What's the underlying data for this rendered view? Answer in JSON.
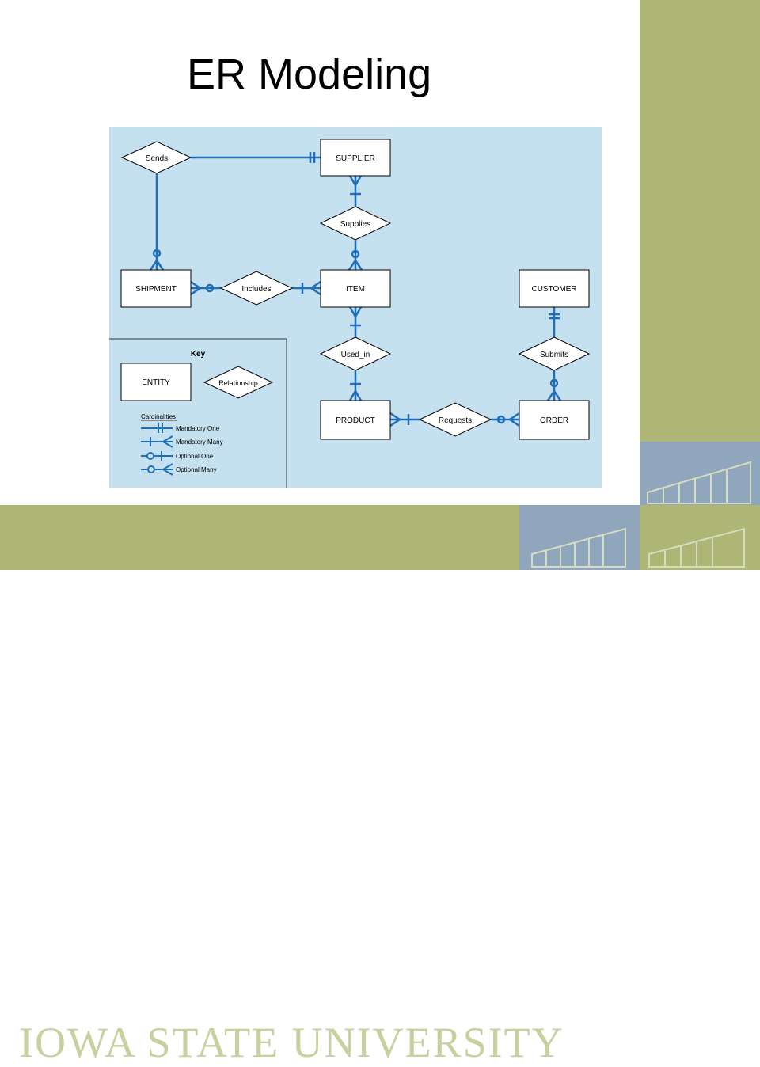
{
  "slide": {
    "title": "ER Modeling",
    "footer_wordmark": "IOWA STATE UNIVERSITY"
  },
  "diagram": {
    "entities": {
      "supplier": "SUPPLIER",
      "shipment": "SHIPMENT",
      "item": "ITEM",
      "customer": "CUSTOMER",
      "product": "PRODUCT",
      "order": "ORDER"
    },
    "relationships": {
      "sends": "Sends",
      "supplies": "Supplies",
      "includes": "Includes",
      "used_in": "Used_in",
      "submits": "Submits",
      "requests": "Requests"
    },
    "key": {
      "title": "Key",
      "entity": "ENTITY",
      "relationship": "Relationship",
      "cardinalities_title": "Cardinalities",
      "items": [
        "Mandatory One",
        "Mandatory Many",
        "Optional One",
        "Optional Many"
      ]
    }
  },
  "colors": {
    "diagram_bg": "#c5e0ef",
    "line": "#1f6fb8",
    "band": "#adb675"
  }
}
